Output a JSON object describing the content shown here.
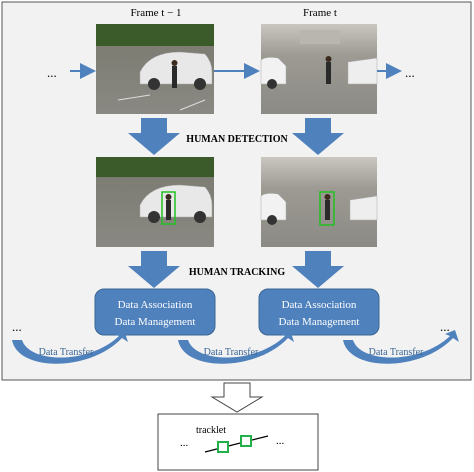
{
  "frames": {
    "prev_label": "Frame t − 1",
    "curr_label": "Frame t"
  },
  "stages": {
    "detection": "HUMAN DETECTION",
    "tracking": "HUMAN TRACKING"
  },
  "modules": {
    "left": {
      "line1": "Data Association",
      "line2": "Data Management"
    },
    "right": {
      "line1": "Data Association",
      "line2": "Data Management"
    }
  },
  "transfers": [
    "Data Transfer",
    "Data Transfer",
    "Data Transfer"
  ],
  "ellipsis": "...",
  "output": {
    "label": "tracklet",
    "ellipsis": "..."
  },
  "colors": {
    "arrow_blue": "#4f81bd",
    "box_blue": "#4f81bd",
    "panel_bg": "#f2f2f2",
    "bbox_green": "#22c022",
    "tracklet_green": "#22b04a"
  }
}
